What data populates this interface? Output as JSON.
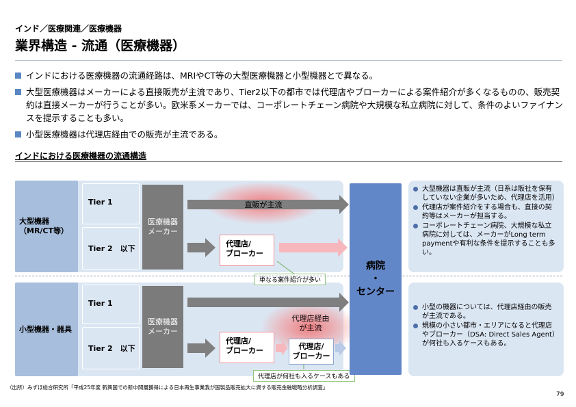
{
  "header": {
    "breadcrumb": "インド／医療関連／医療機器",
    "title": "業界構造 - 流通（医療機器）"
  },
  "bullets": [
    "インドにおける医療機器の流通経路は、MRIやCT等の大型医療機器と小型機器とで異なる。",
    "大型医療機器はメーカーによる直接販売が主流であり、Tier2以下の都市では代理店やブローカーによる案件紹介が多くなるものの、販売契約は直接メーカーが行うことが多い。欧米系メーカーでは、コーポレートチェーン病院や大規模な私立病院に対して、条件のよいファイナンスを提示することも多い。",
    "小型医療機器は代理店経由での販売が主流である。"
  ],
  "section_title": "インドにおける医療機器の流通構造",
  "diagram": {
    "large": {
      "category": "大型機器\n（MR/CT等）",
      "tier1": "Tier 1",
      "tier2": "Tier 2　以下",
      "maker": "医療機器\nメーカー",
      "direct_label": "直販が主流",
      "agent": "代理店/\nブローカー",
      "callout": "単なる案件紹介が多い"
    },
    "small": {
      "category": "小型機器・器具",
      "tier1": "Tier 1",
      "tier2": "Tier 2　以下",
      "maker": "医療機器\nメーカー",
      "via_agent_label": "代理店経由\nが主流",
      "agent": "代理店/\nブローカー",
      "agent2": "代理店/\nブローカー",
      "callout": "代理店が何社も入るケースもある"
    },
    "hospital": "病院\n・\nセンター",
    "notes_large": [
      "大型機器は直販が主流（日系は販社を保有していない企業が多いため、代理店を活用）",
      "代理店が案件紹介をする場合も、直接の契約等はメーカーが担当する。",
      "コーポレートチェーン病院、大規模な私立病院に対しては、メーカーがLong term paymentや有利な条件を提示することも多い。"
    ],
    "notes_small": [
      "小型の機器については、代理店経由の販売が主流である。",
      "規模の小さい都市・エリアになると代理店やブローカー（DSA: Direct Sales Agent）が何社も入るケースもある。"
    ]
  },
  "footer": {
    "source": "（出所）みずほ総合研究所「平成25年度 新興国での新中間層獲得による日本再生事業我が国製品販売拡大に資する販売金融戦略分析調査」",
    "page": "79"
  },
  "colors": {
    "bullet": "#5a87c4",
    "panel": "#dbe6f3",
    "category": "#a8bedd",
    "maker": "#7b7b7b",
    "hospital": "#6287c8",
    "arrow_gray": "#7f7f7f",
    "arrow_pink": "#f7b8bd",
    "arrow_blue": "#b9cae6"
  }
}
